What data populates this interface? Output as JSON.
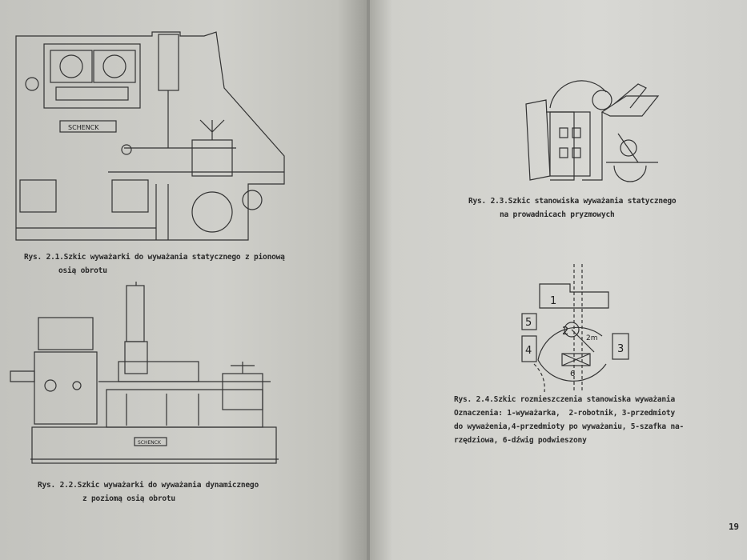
{
  "left_page": {
    "figure_2_1": {
      "caption_line1": "Rys. 2.1.Szkic wyważarki do wyważania statycznego z pionową",
      "caption_line2": "osią obrotu",
      "brand_label": "SCHENCK"
    },
    "figure_2_2": {
      "caption_line1": "Rys. 2.2.Szkic wyważarki do wyważania dynamicznego",
      "caption_line2": "z poziomą osią obrotu",
      "brand_label": "SCHENCK"
    }
  },
  "right_page": {
    "figure_2_3": {
      "caption_line1": "Rys. 2.3.Szkic stanowiska wyważania statycznego",
      "caption_line2": "na prowadnicach pryzmowych"
    },
    "figure_2_4": {
      "labels": [
        "1",
        "2",
        "3",
        "4",
        "5",
        "6"
      ],
      "dimension": "2m",
      "caption_line1": "Rys. 2.4.Szkic rozmieszczenia stanowiska wyważania",
      "caption_line2": "Oznaczenia: 1-wyważarka,  2-robotnik, 3-przedmioty",
      "caption_line3": "do wyważenia,4-przedmioty po wyważaniu, 5-szafka na-",
      "caption_line4": "rzędziowa, 6-dźwig podwieszony"
    },
    "page_number": "19"
  }
}
